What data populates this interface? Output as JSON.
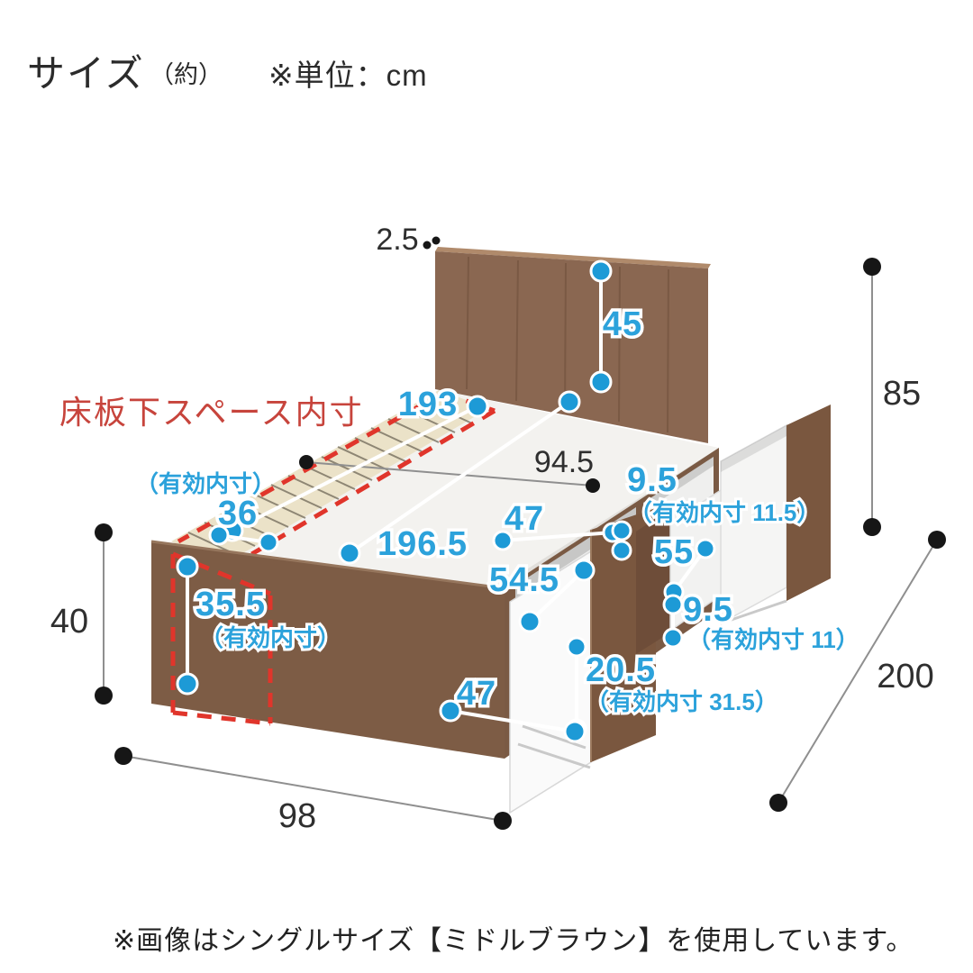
{
  "title": {
    "size": "サイズ",
    "approx": "（約）",
    "unit": "※単位：cm"
  },
  "annotations": {
    "red_label": "床板下スペース内寸",
    "effective_note": "（有効内寸）",
    "footer": "※画像はシングルサイズ【ミドルブラウン】を使用しています。"
  },
  "colors": {
    "dimension_blue": "#2ca2db",
    "dot_blue": "#1d9ad6",
    "annotation_red": "#c7443c",
    "dash_red": "#e0352b",
    "dimension_black": "#2f2f2f",
    "wood_headboard": "#8a6751",
    "wood_side": "#7a5a44",
    "wood_drawer": "#7a573f",
    "slat_cream": "#ebe2c8",
    "panel_white": "#f3f2ef"
  },
  "dimensions": {
    "headboard_thickness": "2.5",
    "headboard_height": "45",
    "slat_length": "193",
    "inner_width": "94.5",
    "overall_height": "85",
    "side_opening_width": "36",
    "side_opening_width_note": "（有効内寸）",
    "inner_length": "196.5",
    "upper_drawer_width": "47",
    "upper_drawer_depth": "9.5",
    "upper_drawer_depth_note": "（有効内寸 11.5）",
    "drawer_span": "55",
    "drawer_diagonal": "54.5",
    "mid_drawer_depth": "9.5",
    "mid_drawer_depth_note": "（有効内寸 11）",
    "side_opening_height": "35.5",
    "side_opening_height_note": "（有効内寸）",
    "base_height": "40",
    "deep_drawer_height": "20.5",
    "deep_drawer_height_note": "（有効内寸 31.5）",
    "deep_drawer_width": "47",
    "overall_width": "98",
    "overall_length": "200"
  }
}
